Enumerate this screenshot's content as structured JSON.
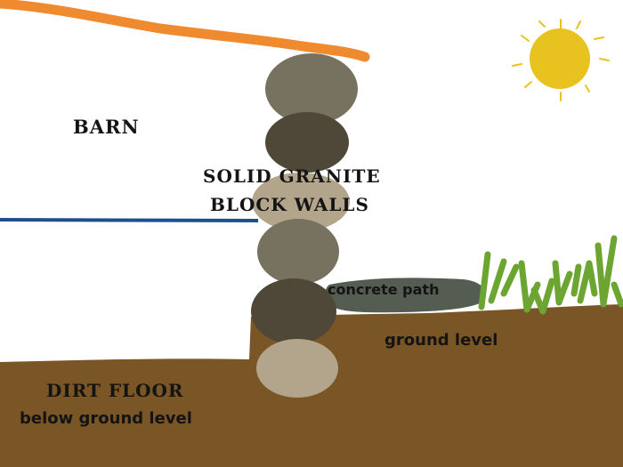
{
  "labels": {
    "barn": "BARN",
    "wall_line1": "SOLID GRANITE",
    "wall_line2": "BLOCK WALLS",
    "path": "concrete path",
    "ground": "ground level",
    "floor_line1": "DIRT FLOOR",
    "floor_line2": "below ground level"
  },
  "colors": {
    "roof": "#ef8a2e",
    "sun": "#e8c21f",
    "beam": "#1f4e8c",
    "dirt": "#7a5526",
    "path": "#555c52",
    "grass": "#6da532",
    "stone_light": "#b3a58b",
    "stone_mid": "#77715f",
    "stone_dark": "#4f4838"
  }
}
